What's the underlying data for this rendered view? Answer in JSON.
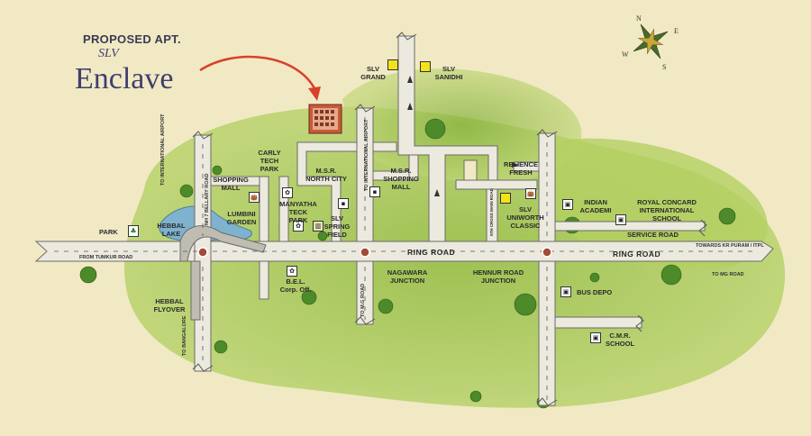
{
  "title": {
    "proposed": "PROPOSED APT.",
    "slv": "SLV",
    "enclave": "Enclave"
  },
  "compass": {
    "n": "N",
    "e": "E",
    "s": "S",
    "w": "W"
  },
  "roads": {
    "ring_road_1": "RING ROAD",
    "ring_road_2": "RING ROAD",
    "service_road": "SERVICE ROAD",
    "from_tumkur": "FROM TUMKUR ROAD",
    "towards_kr_puram": "TOWARDS KR PURAM / ITPL",
    "to_mg_road_east": "TO MG ROAD",
    "to_airport_left": "TO INTERNATIONAL AIRPORT",
    "to_airport_mid": "TO INTERNATIONAL AIRPORT",
    "bellary_road": "NH 7 BELLARY ROAD",
    "to_bangalore": "TO BANGALORE",
    "to_mg_road_vert": "TO M.G ROAD",
    "small_vert_road": "5TH CROSS MAIN ROAD"
  },
  "places": {
    "park": "PARK",
    "hebbal_lake": "HEBBAL LAKE",
    "lumbini": "LUMBINI GARDEN",
    "shopping_mall": "SHOPPING MALL",
    "carly": "CARLY TECH PARK",
    "msr_north": "M.S.R. NORTH CITY",
    "manyatha": "MANYATHA TECK PARK",
    "slv_spring": "SLV SPRING FIELD",
    "msr_mall": "M.S.R. SHOPPING MALL",
    "slv_grand": "SLV GRAND",
    "slv_sanidhi": "SLV SANIDHI",
    "relience": "RELIENCE FRESH",
    "slv_uniworth": "SLV UNIWORTH CLASSIC",
    "indian_academi": "INDIAN ACADEMI",
    "royal_concard": "ROYAL CONCARD INTERNATIONAL SCHOOL",
    "bel": "B.E.L. Corp. Off.",
    "nagawara": "NAGAWARA JUNCTION",
    "hennur": "HENNUR ROAD JUNCTION",
    "bus_depo": "BUS DEPO",
    "cmr": "C.M.R. SCHOOL",
    "hebbal_flyover": "HEBBAL FLYOVER"
  },
  "colors": {
    "background": "#f1e9c4",
    "green_patch": "#a8c85a",
    "road": "#ece9de",
    "road_edge": "#6b6b6b",
    "lake": "#7fb2cf",
    "junction": "#a34a3a",
    "arrow": "#d9402b",
    "title": "#3f3f6f"
  },
  "icons": [
    "tree-icon",
    "shopping-bag-icon",
    "office-icon",
    "school-icon",
    "bus-icon",
    "apartment-icon",
    "compass-rose-icon",
    "junction-marker-icon"
  ]
}
